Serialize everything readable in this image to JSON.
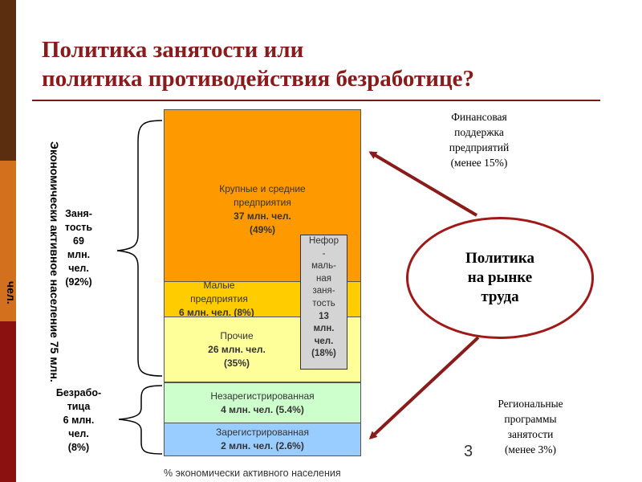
{
  "title": {
    "line1": "Политика занятости или",
    "line2": "политика противодействия безработице?"
  },
  "colors": {
    "accent": "#8b1a1a",
    "large_enterprises": "#ff9900",
    "small_enterprises": "#ffcc00",
    "other": "#ffff99",
    "unregistered": "#ccffcc",
    "registered": "#99ccff",
    "informal": "#d4d4d4"
  },
  "diagram": {
    "segments": [
      {
        "label": "Крупные и средние предприятия",
        "value": "37 млн. чел.",
        "share": "(49%)"
      },
      {
        "label": "Малые предприятия",
        "value": "6 млн. чел. (8%)"
      },
      {
        "label": "Прочие",
        "value": "26 млн. чел.",
        "share": "(35%)"
      },
      {
        "label": "Незарегистрированная",
        "value": "4 млн. чел. (5.4%)"
      },
      {
        "label": "Зарегистрированная",
        "value": "2 млн. чел. (2.6%)"
      }
    ],
    "informal": {
      "lines": [
        "Нефор",
        "-",
        "маль-",
        "ная",
        "заня-",
        "тость"
      ],
      "value_lines": [
        "13",
        "млн.",
        "чел.",
        "(18%)"
      ]
    },
    "vertical_label": "Экономически активное население 75 млн.",
    "vertical_label_tail": "чел.",
    "employment": [
      "Заня-",
      "тость",
      "69",
      "млн.",
      "чел.",
      "(92%)"
    ],
    "unemployment": [
      "Безрабо-",
      "тица",
      "6 млн.",
      "чел.",
      "(8%)"
    ],
    "x_label": "% экономически активного населения"
  },
  "policy": {
    "center": "Политика\nна рынке\nтруда",
    "finance": [
      "Финансовая",
      "поддержка",
      "предприятий",
      "(менее 15%)"
    ],
    "regional": [
      "Региональные",
      "программы",
      "занятости",
      "(менее 3%)"
    ]
  },
  "page_number": "3"
}
